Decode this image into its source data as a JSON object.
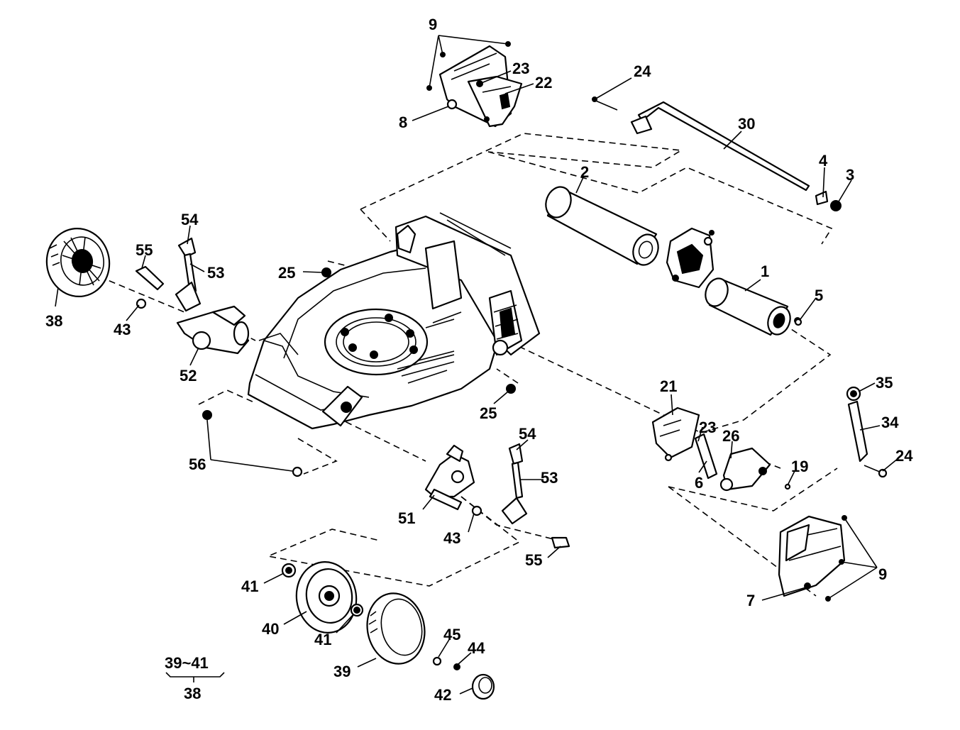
{
  "callouts": {
    "c1": "1",
    "c2": "2",
    "c3": "3",
    "c4": "4",
    "c5": "5",
    "c6": "6",
    "c7": "7",
    "c8": "8",
    "c9_top": "9",
    "c9_right": "9",
    "c19": "19",
    "c21": "21",
    "c22": "22",
    "c23_top": "23",
    "c23_mid": "23",
    "c24_top": "24",
    "c24_right": "24",
    "c25_left": "25",
    "c25_right": "25",
    "c26": "26",
    "c30": "30",
    "c34": "34",
    "c35": "35",
    "c38_wheel": "38",
    "c38_group": "38",
    "c39": "39",
    "c39_41": "39~41",
    "c40": "40",
    "c41_a": "41",
    "c41_b": "41",
    "c42": "42",
    "c43_left": "43",
    "c43_mid": "43",
    "c44": "44",
    "c45": "45",
    "c51": "51",
    "c52": "52",
    "c53_left": "53",
    "c53_mid": "53",
    "c54_left": "54",
    "c54_mid": "54",
    "c55_left": "55",
    "c55_mid": "55",
    "c56": "56"
  }
}
